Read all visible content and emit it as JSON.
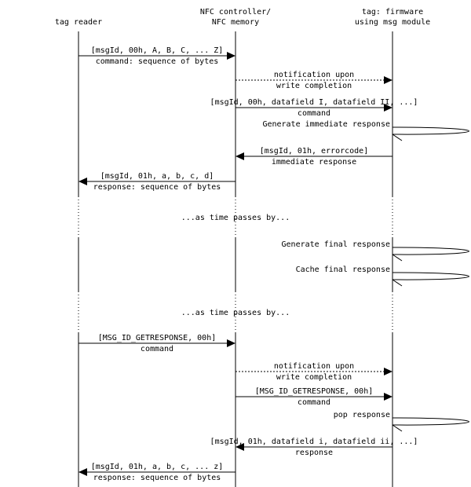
{
  "participants": [
    {
      "id": "reader",
      "lines": [
        "tag reader"
      ]
    },
    {
      "id": "nfc",
      "lines": [
        "NFC controller/",
        "NFC memory"
      ]
    },
    {
      "id": "firmware",
      "lines": [
        "tag: firmware",
        "using msg module"
      ]
    }
  ],
  "messages": [
    {
      "from": "reader",
      "to": "nfc",
      "dashed": false,
      "above": "[msgId, 00h, A, B, C, ... Z]",
      "below": "command: sequence of bytes"
    },
    {
      "from": "nfc",
      "to": "firmware",
      "dashed": true,
      "above": "notification upon",
      "below": "write completion"
    },
    {
      "from": "nfc",
      "to": "firmware",
      "dashed": false,
      "above": "[msgId, 00h, datafield I, datafield II, ...]",
      "below": "command"
    },
    {
      "self": "firmware",
      "label": "Generate immediate response"
    },
    {
      "from": "firmware",
      "to": "nfc",
      "dashed": false,
      "above": "[msgId, 01h, errorcode]",
      "below": "immediate response"
    },
    {
      "from": "nfc",
      "to": "reader",
      "dashed": false,
      "above": "[msgId, 01h, a, b, c, d]",
      "below": "response: sequence of bytes"
    },
    {
      "divider": "...as time passes by..."
    },
    {
      "self": "firmware",
      "label": "Generate final response"
    },
    {
      "self": "firmware",
      "label": "Cache final response"
    },
    {
      "divider": "...as time passes by..."
    },
    {
      "from": "reader",
      "to": "nfc",
      "dashed": false,
      "above": "[MSG_ID_GETRESPONSE, 00h]",
      "below": "command"
    },
    {
      "from": "nfc",
      "to": "firmware",
      "dashed": true,
      "above": "notification upon",
      "below": "write completion"
    },
    {
      "from": "nfc",
      "to": "firmware",
      "dashed": false,
      "above": "[MSG_ID_GETRESPONSE, 00h]",
      "below": "command"
    },
    {
      "self": "firmware",
      "label": "pop response"
    },
    {
      "from": "firmware",
      "to": "nfc",
      "dashed": false,
      "above": "[msgId, 01h, datafield i, datafield ii, ...]",
      "below": "response"
    },
    {
      "from": "nfc",
      "to": "reader",
      "dashed": false,
      "above": "[msgId, 01h, a, b, c, ... z]",
      "below": "response: sequence of bytes"
    }
  ]
}
